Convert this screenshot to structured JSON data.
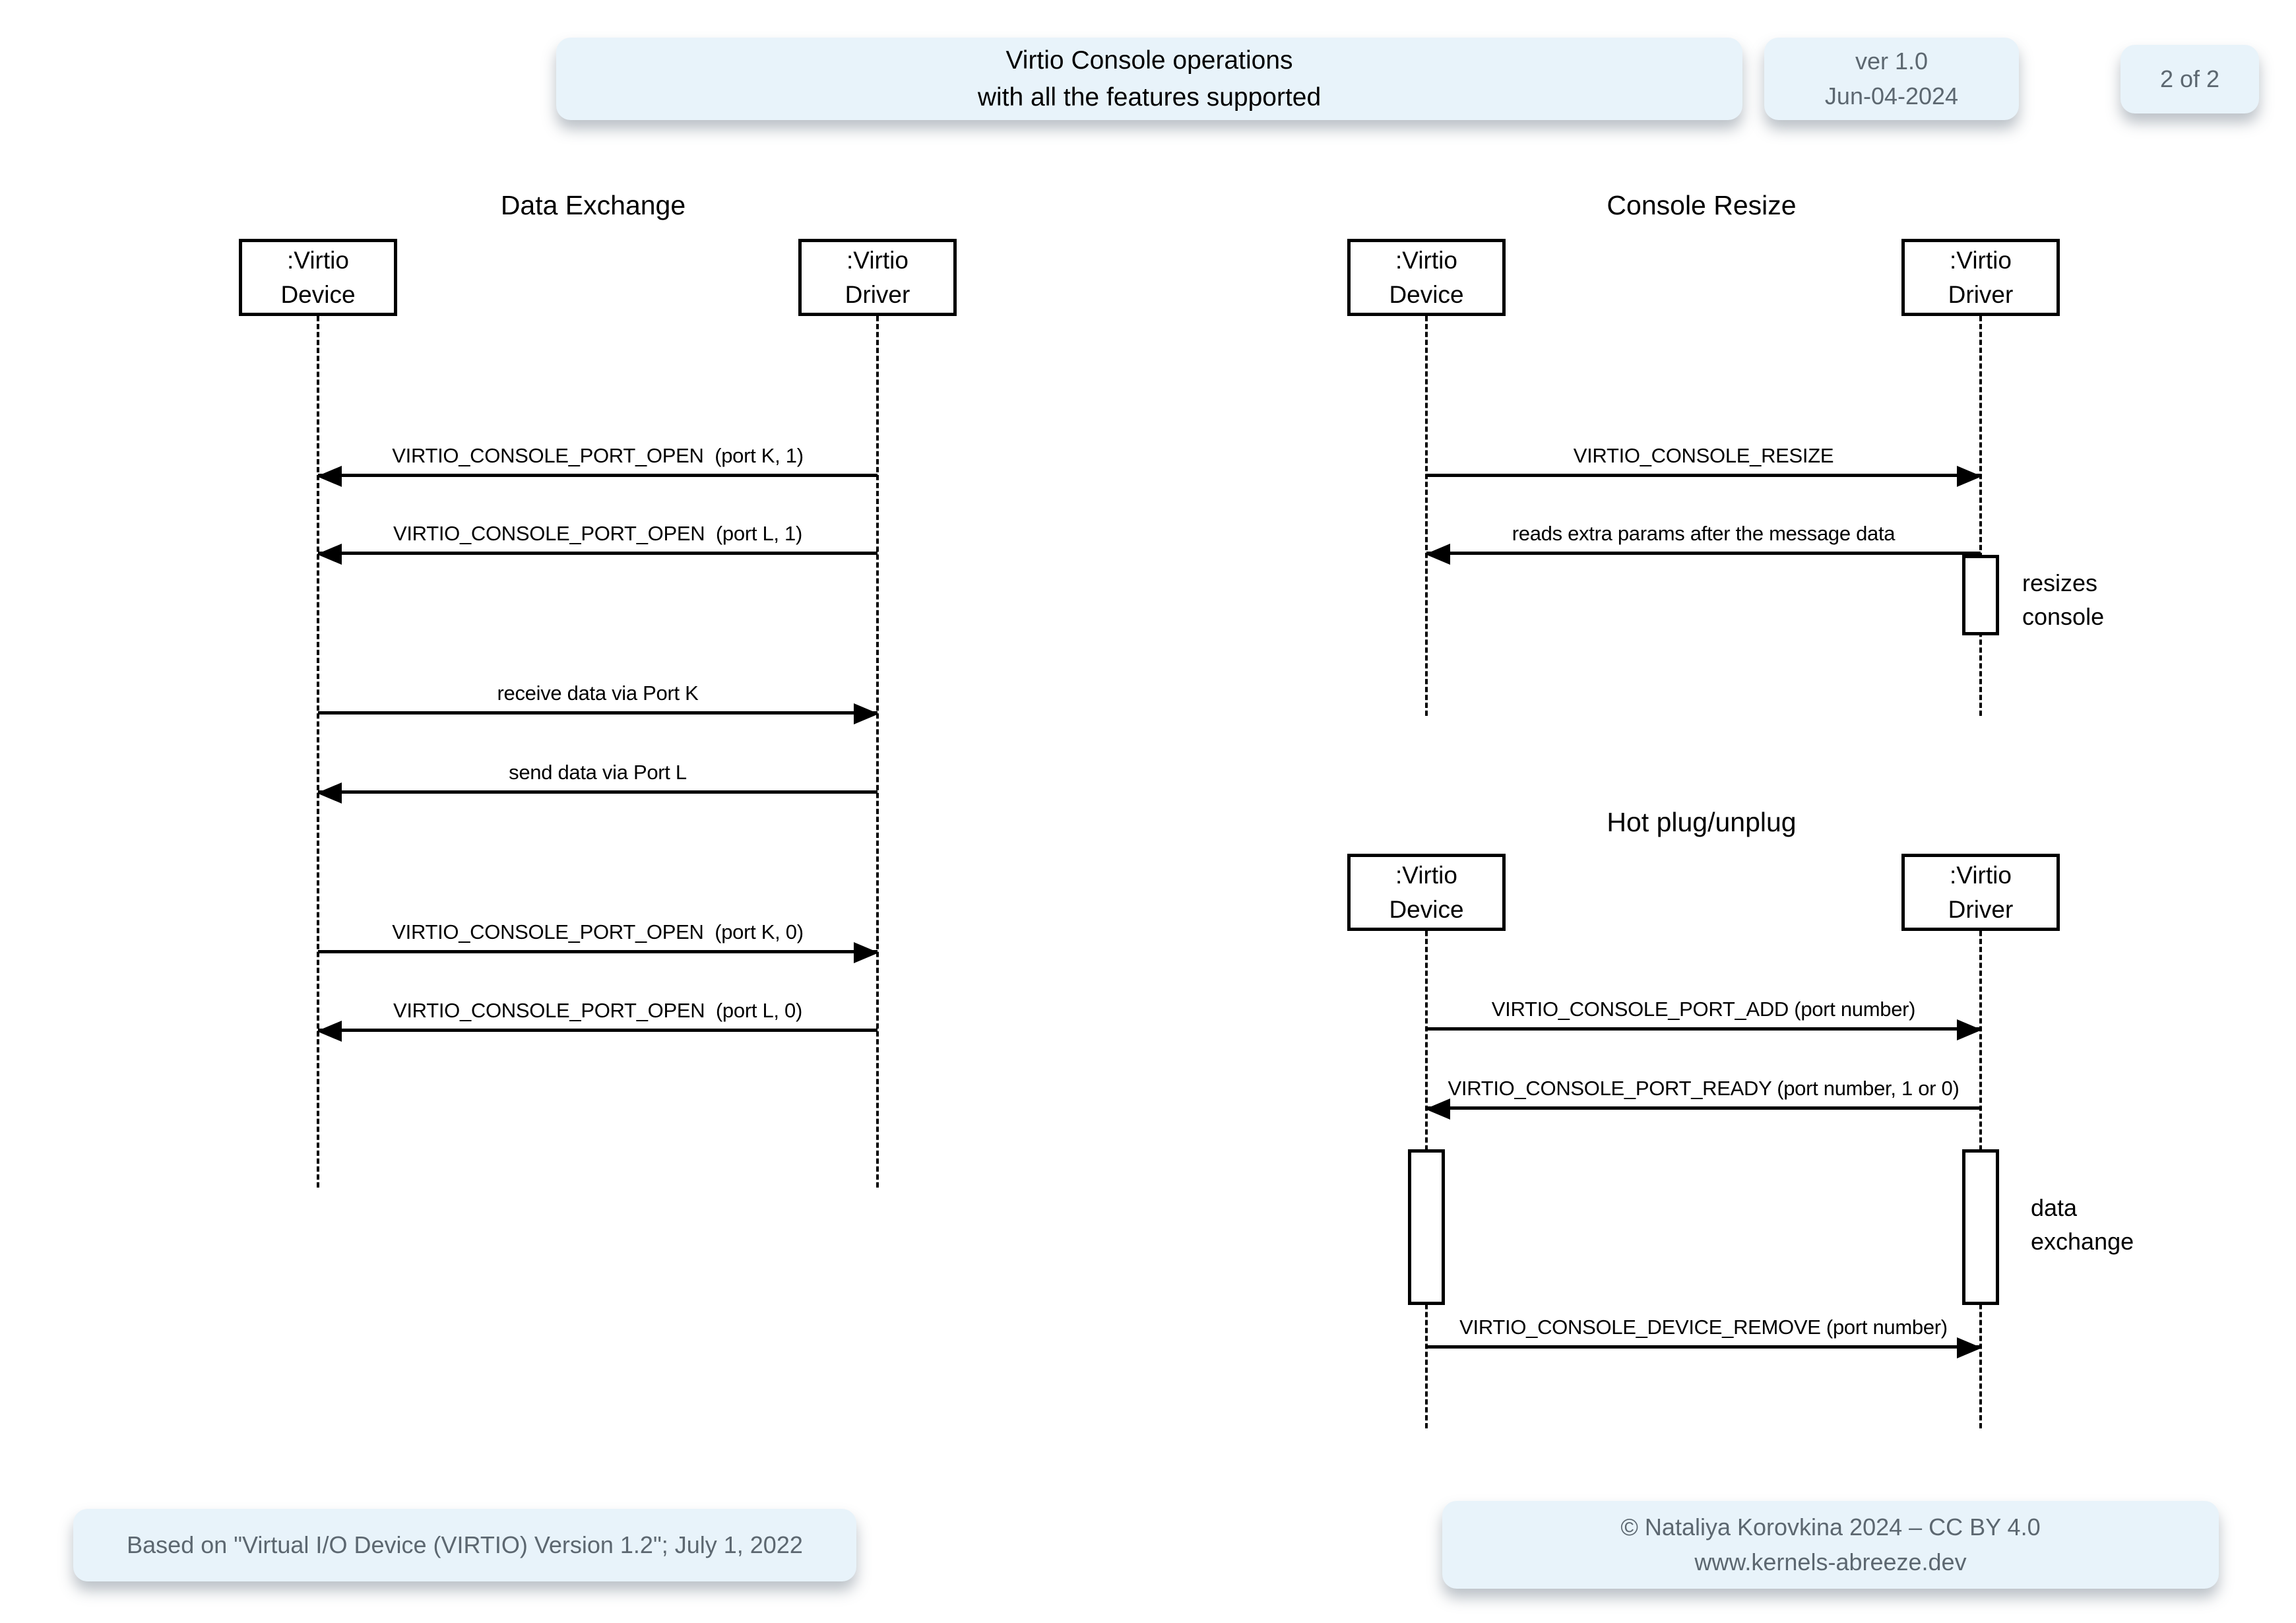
{
  "header": {
    "title": [
      "Virtio Console operations",
      "with all the features supported"
    ],
    "version": [
      "ver 1.0",
      "Jun-04-2024"
    ],
    "page": "2 of 2"
  },
  "colors": {
    "panel_bg": "#e8f3fa",
    "muted_text": "#5c6770",
    "diagram_line": "#000000",
    "page_bg": "#ffffff"
  },
  "sections": [
    {
      "id": "data-exchange",
      "title": "Data Exchange",
      "actors": [
        {
          "role": "device",
          "label": ":Virtio\nDevice"
        },
        {
          "role": "driver",
          "label": ":Virtio\nDriver"
        }
      ],
      "messages": [
        {
          "label": "VIRTIO_CONSOLE_PORT_OPEN  (port K, 1)",
          "direction": "to-device"
        },
        {
          "label": "VIRTIO_CONSOLE_PORT_OPEN  (port L, 1)",
          "direction": "to-device"
        },
        {
          "label": "receive data via Port K",
          "direction": "to-driver"
        },
        {
          "label": "send data via Port L",
          "direction": "to-device"
        },
        {
          "label": "VIRTIO_CONSOLE_PORT_OPEN  (port K, 0)",
          "direction": "to-driver"
        },
        {
          "label": "VIRTIO_CONSOLE_PORT_OPEN  (port L, 0)",
          "direction": "to-device"
        }
      ],
      "notes": []
    },
    {
      "id": "console-resize",
      "title": "Console Resize",
      "actors": [
        {
          "role": "device",
          "label": ":Virtio\nDevice"
        },
        {
          "role": "driver",
          "label": ":Virtio\nDriver"
        }
      ],
      "messages": [
        {
          "label": "VIRTIO_CONSOLE_RESIZE",
          "direction": "to-driver"
        },
        {
          "label": "reads extra params after the message data",
          "direction": "to-device"
        }
      ],
      "notes": [
        {
          "text": "resizes\nconsole"
        }
      ]
    },
    {
      "id": "hot-plug-unplug",
      "title": "Hot plug/unplug",
      "actors": [
        {
          "role": "device",
          "label": ":Virtio\nDevice"
        },
        {
          "role": "driver",
          "label": ":Virtio\nDriver"
        }
      ],
      "messages": [
        {
          "label": "VIRTIO_CONSOLE_PORT_ADD (port number)",
          "direction": "to-driver"
        },
        {
          "label": "VIRTIO_CONSOLE_PORT_READY (port number, 1 or 0)",
          "direction": "to-device"
        },
        {
          "label": "VIRTIO_CONSOLE_DEVICE_REMOVE (port number)",
          "direction": "to-driver"
        }
      ],
      "notes": [
        {
          "text": "data\nexchange"
        }
      ]
    }
  ],
  "footer": {
    "left": "Based on \"Virtual I/O Device (VIRTIO) Version 1.2\"; July 1, 2022",
    "right": [
      "© Nataliya Korovkina 2024 – CC BY 4.0",
      "www.kernels-abreeze.dev"
    ]
  }
}
